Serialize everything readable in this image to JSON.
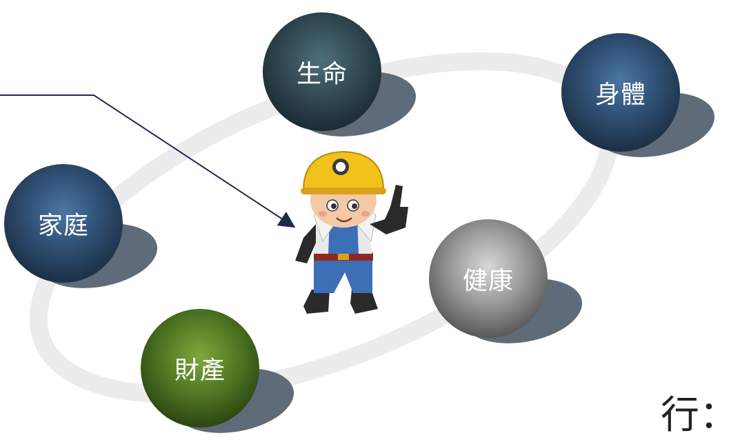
{
  "nodes": [
    {
      "id": "life",
      "label": "生命",
      "style": "teal"
    },
    {
      "id": "body",
      "label": "身體",
      "style": "blue"
    },
    {
      "id": "family",
      "label": "家庭",
      "style": "blue"
    },
    {
      "id": "health",
      "label": "健康",
      "style": "gray"
    },
    {
      "id": "property",
      "label": "財產",
      "style": "green"
    }
  ],
  "corner_text": "行：",
  "colors": {
    "ring": "#ececec",
    "arrow": "#1f2a4a"
  },
  "figure_icon": "miner-worker-thumbs-up-icon"
}
